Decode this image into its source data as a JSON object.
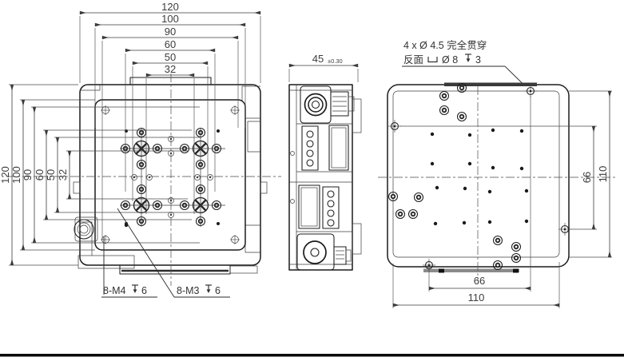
{
  "top_view": {
    "horizontal_dims": [
      "120",
      "100",
      "90",
      "60",
      "50",
      "32"
    ],
    "vertical_dims": [
      "120",
      "100",
      "90",
      "60",
      "50",
      "32"
    ],
    "thread_labels": {
      "m4_prefix": "8-M4",
      "m4_depth": "6",
      "m3_prefix": "8-M3",
      "m3_depth": "6"
    }
  },
  "side_view": {
    "width_dim": "45",
    "width_tolerance": "±0.30"
  },
  "bottom_view": {
    "hole_callout_line1": "4 x Ø 4.5 完全贯穿",
    "hole_callout_reverse_side": "反面",
    "hole_callout_counterbore": "Ø 8",
    "hole_callout_depth": "3",
    "bottom_dims": [
      "66",
      "110"
    ],
    "right_dims": [
      "66",
      "110"
    ]
  },
  "colors": {
    "line": "#1c1c1c",
    "dim_text": "#3d3d3d",
    "background": "#ffffff",
    "border_line": "#0a0a0a"
  }
}
